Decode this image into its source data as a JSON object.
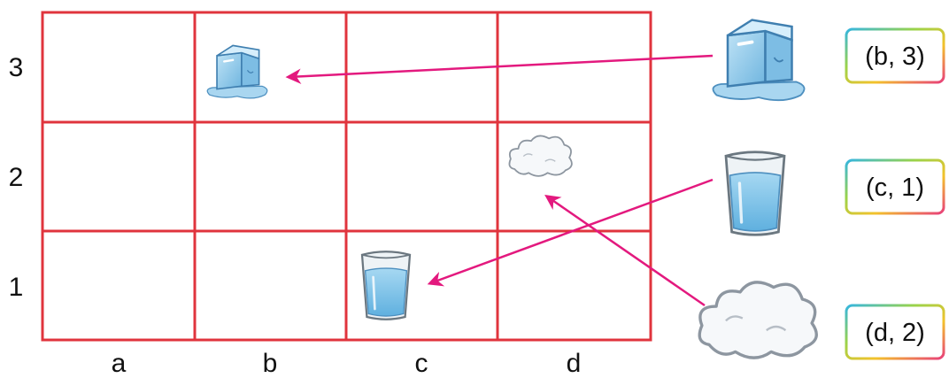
{
  "grid": {
    "columns": [
      "a",
      "b",
      "c",
      "d"
    ],
    "rows": [
      "3",
      "2",
      "1"
    ],
    "border_color": "#e0343d"
  },
  "objects": [
    {
      "name": "ice-cube",
      "cell": "b,3"
    },
    {
      "name": "cloud",
      "cell": "d,2"
    },
    {
      "name": "glass-of-water",
      "cell": "c,1"
    }
  ],
  "answers": [
    "(b, 3)",
    "(c, 1)",
    "(d, 2)"
  ],
  "colors": {
    "arrow": "#e3197e",
    "ice": "#8cc8ea",
    "water": "#7fc4e8",
    "cloud_stroke": "#9aa3ad"
  }
}
